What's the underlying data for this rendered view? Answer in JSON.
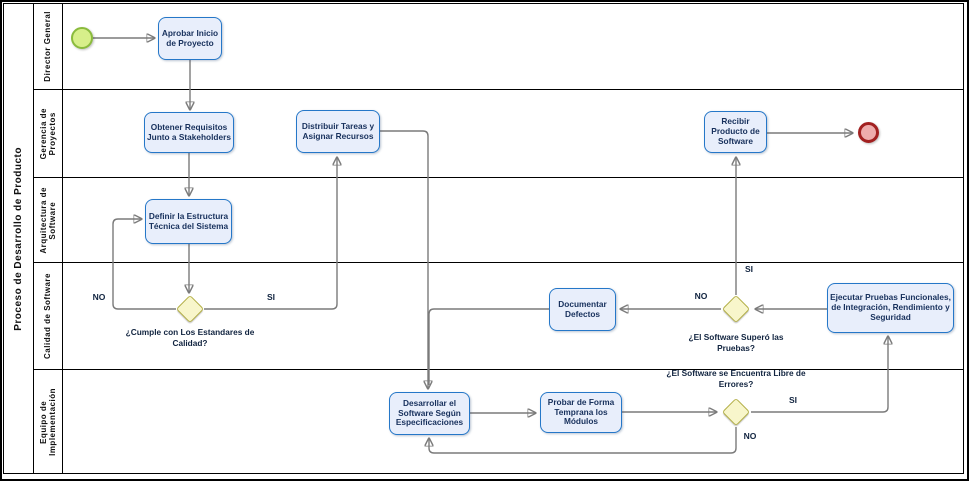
{
  "pool": {
    "title": "Proceso de Desarrollo de Producto"
  },
  "lanes": [
    {
      "label": "Director General"
    },
    {
      "label": "Gerencia de\nProyectos"
    },
    {
      "label": "Arquitectura de\nSoftware"
    },
    {
      "label": "Calidad de Software"
    },
    {
      "label": "Equipo de\nImplementación"
    }
  ],
  "tasks": {
    "aprobar": {
      "label": "Aprobar Inicio de Proyecto"
    },
    "obtener": {
      "label": "Obtener Requisitos Junto a Stakeholders"
    },
    "distribuir": {
      "label": "Distribuir Tareas y Asignar Recursos"
    },
    "recibir": {
      "label": "Recibir Producto de Software"
    },
    "definir": {
      "label": "Definir la Estructura Técnica del Sistema"
    },
    "documentar": {
      "label": "Documentar Defectos"
    },
    "ejecutar": {
      "label": "Ejecutar Pruebas Funcionales, de Integración, Rendimiento y Seguridad"
    },
    "desarrollar": {
      "label": "Desarrollar el Software Según Especificaciones"
    },
    "probar": {
      "label": "Probar de Forma Temprana los Módulos"
    }
  },
  "gateways": {
    "calidad": {
      "question": "¿Cumple con Los Estandares de Calidad?",
      "yes": "SI",
      "no": "NO"
    },
    "pruebas": {
      "question": "¿El Software Superó las Pruebas?",
      "yes": "SI",
      "no": "NO"
    },
    "errores": {
      "question": "¿El Software se Encuentra Libre de Errores?",
      "yes": "SI",
      "no": "NO"
    }
  },
  "colors": {
    "task_fill": "#e8eefb",
    "task_border": "#2577c8",
    "task_text": "#17305c",
    "gateway_fill": "#f8f6cb",
    "gateway_border": "#b2ae45",
    "start_fill": "#d7ef8a",
    "start_border": "#8abb3c",
    "end_fill": "#eeacac",
    "end_border": "#a22020",
    "connector": "#7a7a7a",
    "lane_border": "#000000"
  }
}
